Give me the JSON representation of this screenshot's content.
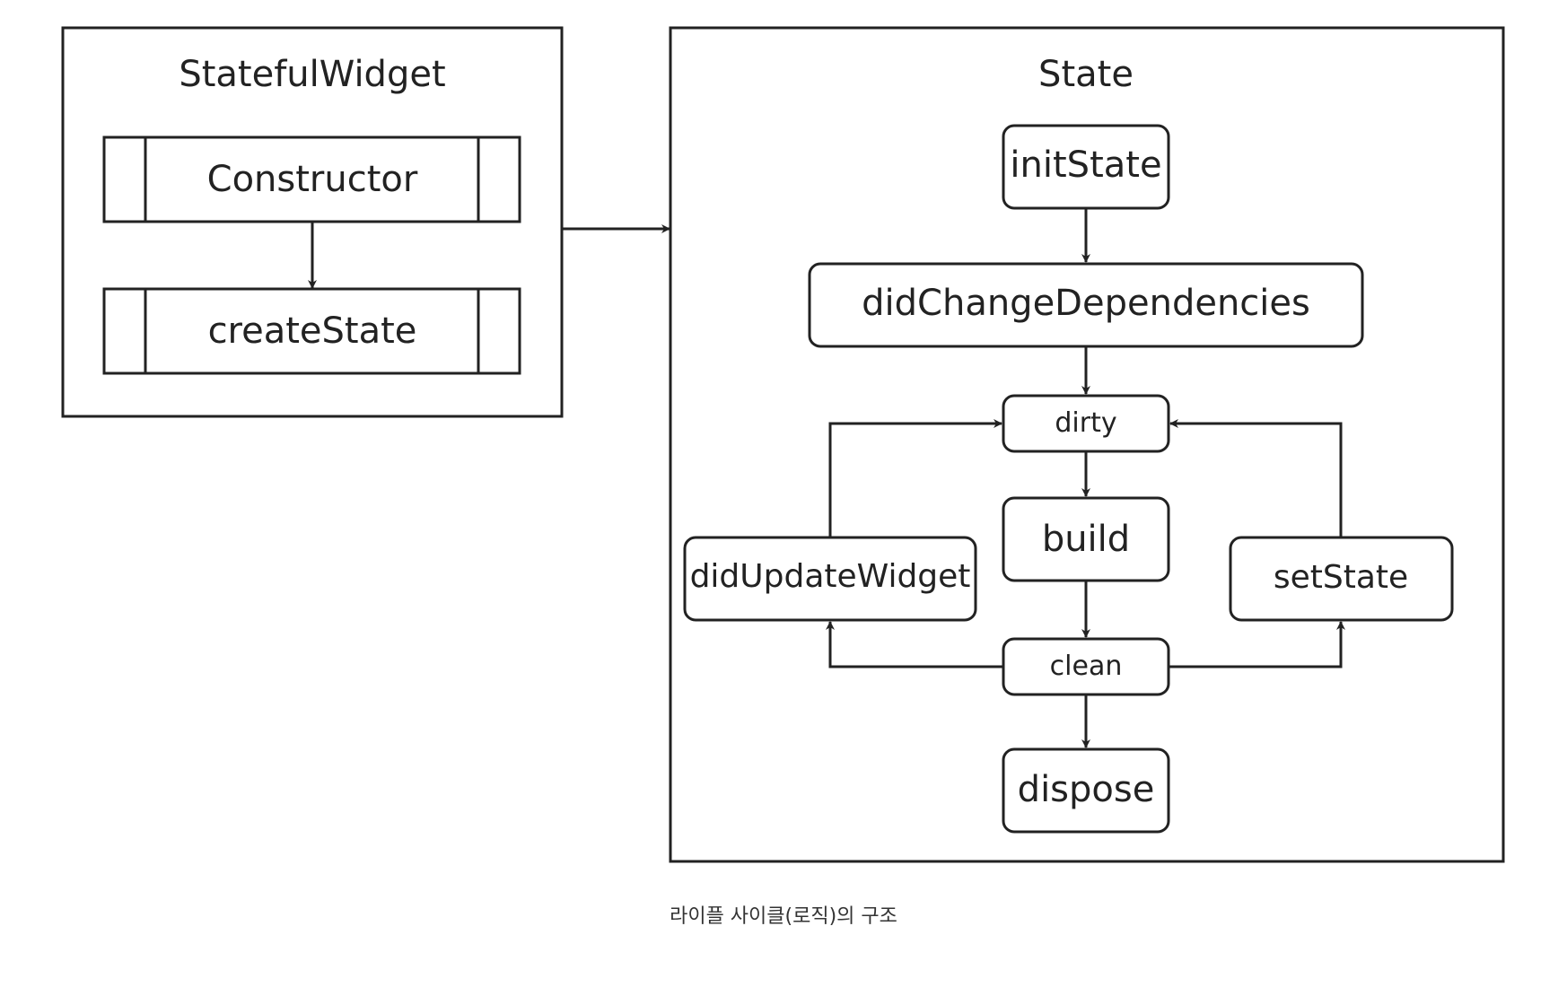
{
  "colors": {
    "stroke": "#222222",
    "background": "#ffffff",
    "caption": "#333333"
  },
  "left_panel": {
    "title": "StatefulWidget",
    "constructor_label": "Constructor",
    "create_state_label": "createState"
  },
  "right_panel": {
    "title": "State",
    "init_state_label": "initState",
    "did_change_dependencies_label": "didChangeDependencies",
    "dirty_label": "dirty",
    "build_label": "build",
    "clean_label": "clean",
    "dispose_label": "dispose",
    "did_update_widget_label": "didUpdateWidget",
    "set_state_label": "setState"
  },
  "caption": "라이플 사이클(로직)의 구조"
}
